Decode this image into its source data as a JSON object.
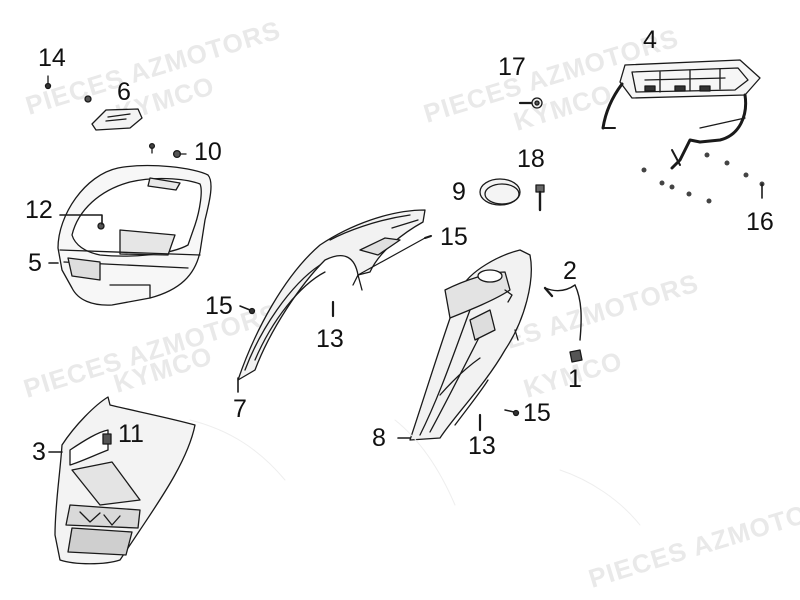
{
  "watermarks": {
    "line1": "PIECES AZMOTORS",
    "line2": "KYMCO"
  },
  "callouts": [
    {
      "id": "c14",
      "text": "14"
    },
    {
      "id": "c6",
      "text": "6"
    },
    {
      "id": "c10",
      "text": "10"
    },
    {
      "id": "c12",
      "text": "12"
    },
    {
      "id": "c5",
      "text": "5"
    },
    {
      "id": "c3",
      "text": "3"
    },
    {
      "id": "c11",
      "text": "11"
    },
    {
      "id": "c7",
      "text": "7"
    },
    {
      "id": "c15a",
      "text": "15"
    },
    {
      "id": "c13a",
      "text": "13"
    },
    {
      "id": "c15b",
      "text": "15"
    },
    {
      "id": "c17",
      "text": "17"
    },
    {
      "id": "c9",
      "text": "9"
    },
    {
      "id": "c18",
      "text": "18"
    },
    {
      "id": "c4",
      "text": "4"
    },
    {
      "id": "c16",
      "text": "16"
    },
    {
      "id": "c2",
      "text": "2"
    },
    {
      "id": "c1",
      "text": "1"
    },
    {
      "id": "c8",
      "text": "8"
    },
    {
      "id": "c13b",
      "text": "13"
    },
    {
      "id": "c15c",
      "text": "15"
    }
  ]
}
